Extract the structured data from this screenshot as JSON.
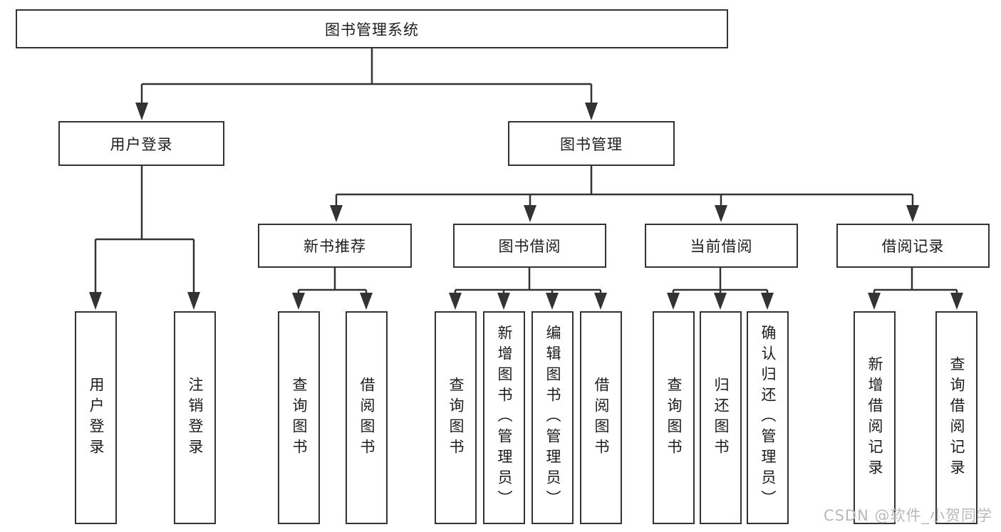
{
  "diagram": {
    "type": "tree-diagram",
    "colors": {
      "line": "#333333",
      "box_border": "#333333",
      "box_fill": "#ffffff",
      "background": "#ffffff",
      "watermark": "#b9b9b9"
    },
    "nodes": {
      "root": {
        "label": "图书管理系统"
      },
      "login": {
        "label": "用户登录"
      },
      "mgmt": {
        "label": "图书管理"
      },
      "recommend": {
        "label": "新书推荐"
      },
      "borrow": {
        "label": "图书借阅"
      },
      "current": {
        "label": "当前借阅"
      },
      "records": {
        "label": "借阅记录"
      },
      "leaf_user_login": {
        "label": "用户登录"
      },
      "leaf_logout": {
        "label": "注销登录"
      },
      "leaf_rec_query": {
        "label": "查询图书"
      },
      "leaf_rec_borrow": {
        "label": "借阅图书"
      },
      "leaf_bor_query": {
        "label": "查询图书"
      },
      "leaf_bor_add": {
        "label": "新增图书（管理员）"
      },
      "leaf_bor_edit": {
        "label": "编辑图书（管理员）"
      },
      "leaf_bor_borrow": {
        "label": "借阅图书"
      },
      "leaf_cur_query": {
        "label": "查询图书"
      },
      "leaf_cur_return": {
        "label": "归还图书"
      },
      "leaf_cur_confirm": {
        "label": "确认归还（管理员）"
      },
      "leaf_recd_add": {
        "label": "新增借阅记录"
      },
      "leaf_recd_query": {
        "label": "查询借阅记录"
      }
    },
    "watermark": {
      "text": "CSDN @软件_小贺同学"
    }
  }
}
